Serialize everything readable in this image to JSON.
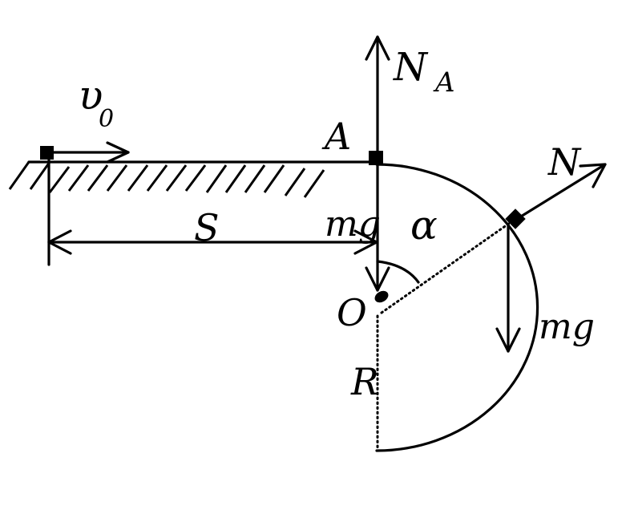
{
  "labels": {
    "v0_main": "υ",
    "v0_sub": "0",
    "na_main": "N",
    "na_sub": "A",
    "a": "A",
    "n": "N",
    "s": "S",
    "mg_top": "mg",
    "alpha": "α",
    "o": "O",
    "mg_right": "mg",
    "r": "R"
  },
  "colors": {
    "stroke": "#000000",
    "background": "#ffffff"
  }
}
